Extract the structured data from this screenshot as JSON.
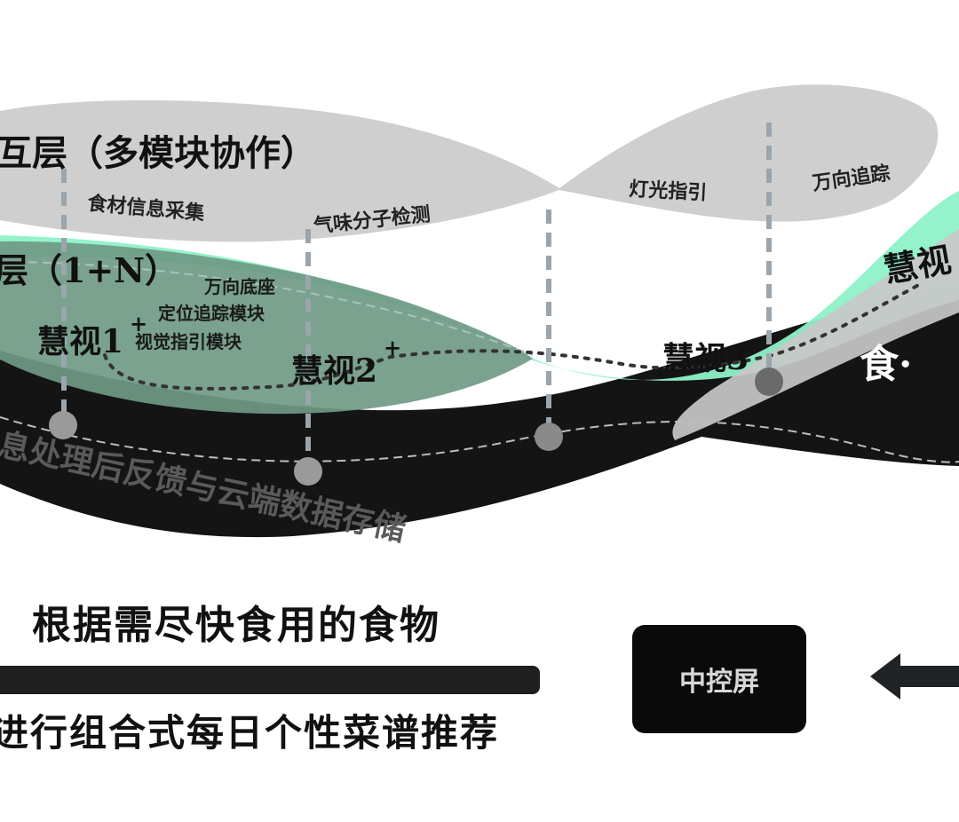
{
  "layers": {
    "top_title": "互层（多模块协作）",
    "mid_title": "层（1+N）",
    "dark_band_text": "息处理后反馈与云端数据存储",
    "right_label": "食·"
  },
  "modules": {
    "food_info": "食材信息采集",
    "odor": "气味分子检测",
    "light": "灯光指引",
    "tracking": "万向追踪"
  },
  "devices": {
    "hv1": "慧视1",
    "hv1_sup": "+",
    "hv2": "慧视2",
    "hv2_sup": "+",
    "hv3": "慧视3",
    "hv_right": "慧视"
  },
  "hv1_features": [
    "万向底座",
    "定位追踪模块",
    "视觉指引模块"
  ],
  "bottom": {
    "title": "根据需尽快食用的食物",
    "subtitle": "进行组合式每日个性菜谱推荐",
    "control_button": "中控屏"
  },
  "colors": {
    "gray_band": "#cfcfcf",
    "mint_band": "#8ef2c8",
    "green_band": "#6f9a85",
    "dark_band": "#141414",
    "text": "#111111"
  }
}
